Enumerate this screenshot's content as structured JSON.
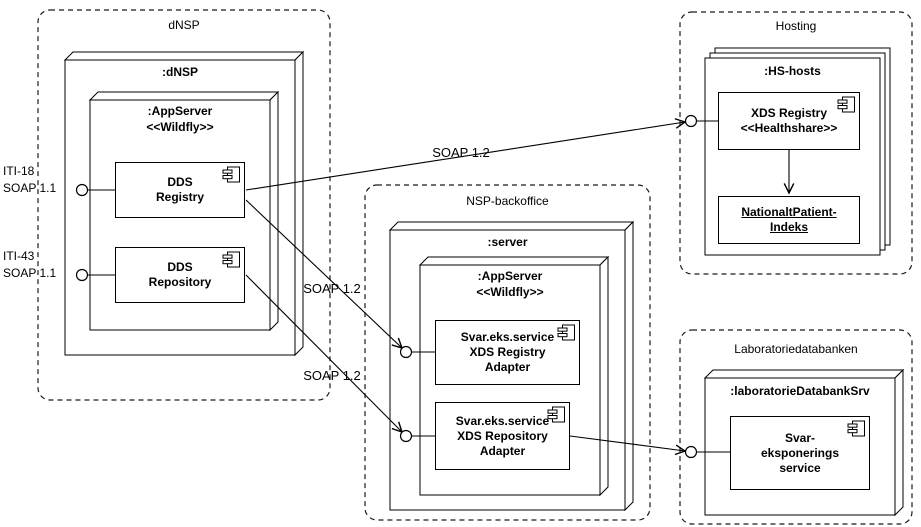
{
  "groups": {
    "dnsp": "dNSP",
    "hosting": "Hosting",
    "backoffice": "NSP-backoffice",
    "lab": "Laboratoriedatabanken"
  },
  "nodes": {
    "dnsp": ":dNSP",
    "appserver_left": ":AppServer\n<<Wildfly>>",
    "hs_hosts": ":HS-hosts",
    "server": ":server",
    "appserver_right": ":AppServer\n<<Wildfly>>",
    "lab_srv": ":laboratorieDatabankSrv"
  },
  "components": {
    "dds_registry": "DDS\nRegistry",
    "dds_repository": "DDS\nRepository",
    "xds_registry_hs": "XDS Registry\n<<Healthshare>>",
    "national_patient_index": "NationaltPatient-\nIndeks",
    "xds_registry_adapter": "Svar.eks.service\nXDS Registry\nAdapter",
    "xds_repository_adapter": "Svar.eks.service\nXDS Repository\nAdapter",
    "svar_eksponering": "Svar-\neksponerings\nservice"
  },
  "interfaces": {
    "iti18": "ITI-18\nSOAP 1.1",
    "iti43": "ITI-43\nSOAP 1.1"
  },
  "connections": {
    "dds_registry_to_hosting": "SOAP 1.2",
    "dds_registry_to_backoffice": "SOAP 1.2",
    "dds_repository_to_backoffice": "SOAP 1.2"
  },
  "colors": {
    "line": "#000000",
    "background": "#ffffff"
  }
}
